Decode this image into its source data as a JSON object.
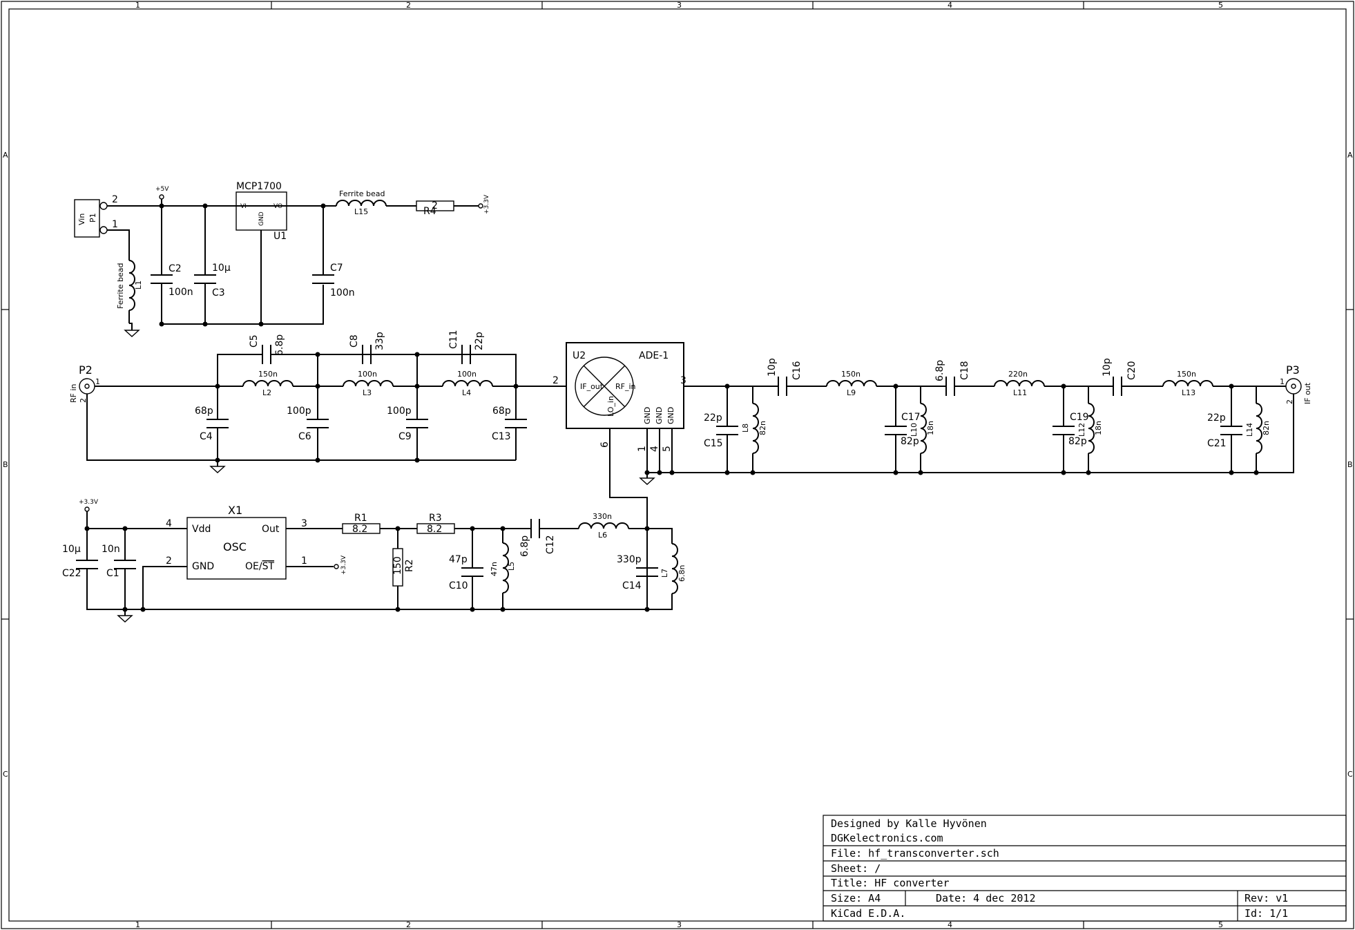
{
  "frame": {
    "columns": [
      "1",
      "2",
      "3",
      "4",
      "5"
    ],
    "rows": [
      "A",
      "B",
      "C"
    ]
  },
  "title_block": {
    "designer": "Designed by Kalle Hyvönen",
    "company": "DGKelectronics.com",
    "file": "File: hf_transconverter.sch",
    "sheet": "Sheet: /",
    "title": "Title: HF converter",
    "size": "Size: A4",
    "date": "Date: 4 dec 2012",
    "rev": "Rev: v1",
    "tool": "KiCad E.D.A.",
    "id": "Id: 1/1"
  },
  "power": {
    "p5v": "+5V",
    "p3v3": "+3.3V"
  },
  "supply": {
    "p1_ref": "P1",
    "p1_val": "Vin",
    "pin2": "2",
    "pin1": "1",
    "l1_ref": "L1",
    "l1_val": "Ferrite bead",
    "c2_ref": "C2",
    "c2_val": "100n",
    "c3_ref": "C3",
    "c3_val": "10µ",
    "u1_name": "MCP1700",
    "u1_ref": "U1",
    "u1_vi": "VI",
    "u1_vo": "VO",
    "u1_gnd": "GND",
    "c7_ref": "C7",
    "c7_val": "100n",
    "l15_ref": "L15",
    "l15_val": "Ferrite bead",
    "r4_ref": "R4",
    "r4_val": "2"
  },
  "rf_input": {
    "p2_ref": "P2",
    "p2_val": "RF in",
    "pin1": "1",
    "pin2": "2",
    "c5_ref": "C5",
    "c5_val": "6.8p",
    "c8_ref": "C8",
    "c8_val": "33p",
    "c11_ref": "C11",
    "c11_val": "22p",
    "l2_ref": "L2",
    "l2_val": "150n",
    "l3_ref": "L3",
    "l3_val": "100n",
    "l4_ref": "L4",
    "l4_val": "100n",
    "c4_ref": "C4",
    "c4_val": "68p",
    "c6_ref": "C6",
    "c6_val": "100p",
    "c9_ref": "C9",
    "c9_val": "100p",
    "c13_ref": "C13",
    "c13_val": "68p"
  },
  "mixer": {
    "ref": "U2",
    "name": "ADE-1",
    "if_out": "IF_out",
    "rf_in": "RF_in",
    "lo_in": "LO_in",
    "gnd": "GND",
    "pin2": "2",
    "pin3": "3",
    "pin6": "6",
    "pin1": "1",
    "pin4": "4",
    "pin5": "5"
  },
  "if_output": {
    "c15_ref": "C15",
    "c15_val": "22p",
    "l8_ref": "L8",
    "l8_val": "82n",
    "c16_ref": "C16",
    "c16_val": "10p",
    "l9_ref": "L9",
    "l9_val": "150n",
    "c17_ref": "C17",
    "c17_val": "82p",
    "l10_ref": "L10",
    "l10_val": "18n",
    "c18_ref": "C18",
    "c18_val": "6.8p",
    "l11_ref": "L11",
    "l11_val": "220n",
    "c19_ref": "C19",
    "c19_val": "82p",
    "l12_ref": "L12",
    "l12_val": "18n",
    "c20_ref": "C20",
    "c20_val": "10p",
    "l13_ref": "L13",
    "l13_val": "150n",
    "c21_ref": "C21",
    "c21_val": "22p",
    "l14_ref": "L14",
    "l14_val": "82n",
    "p3_ref": "P3",
    "p3_val": "IF out",
    "pin1": "1",
    "pin2": "2"
  },
  "oscillator": {
    "x1_ref": "X1",
    "x1_name": "OSC",
    "vdd": "Vdd",
    "gnd": "GND",
    "out": "Out",
    "oe": "OE/",
    "st": "ST",
    "pin4": "4",
    "pin2": "2",
    "pin3": "3",
    "pin1": "1",
    "c22_ref": "C22",
    "c22_val": "10µ",
    "c1_ref": "C1",
    "c1_val": "10n",
    "r1_ref": "R1",
    "r1_val": "8.2",
    "r3_ref": "R3",
    "r3_val": "8.2",
    "r2_ref": "R2",
    "r2_val": "150",
    "c10_ref": "C10",
    "c10_val": "47p",
    "l5_ref": "L5",
    "l5_val": "47n",
    "c12_ref": "C12",
    "c12_val": "6.8p",
    "l6_ref": "L6",
    "l6_val": "330n",
    "c14_ref": "C14",
    "c14_val": "330p",
    "l7_ref": "L7",
    "l7_val": "6.8n"
  }
}
